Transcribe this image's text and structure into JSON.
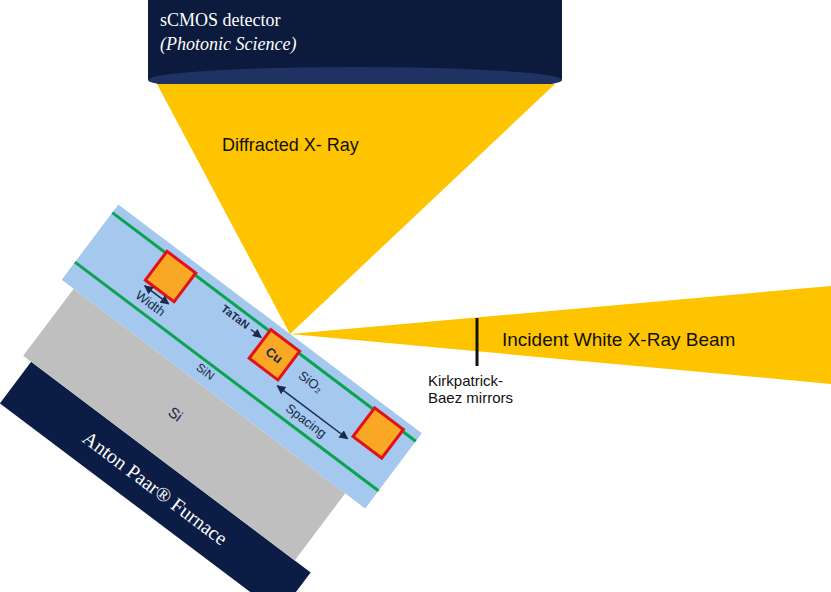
{
  "diagram": {
    "nodes": [
      {
        "text": [
          "sCMOS detector",
          "(Photonic Science)"
        ]
      },
      {
        "text": [
          "Diffracted X- Ray"
        ]
      },
      {
        "text": [
          "Incident White X-Ray Beam"
        ]
      },
      {
        "text": [
          "SiO₂"
        ]
      },
      {
        "text": [
          "Cu"
        ],
        "in": 3
      },
      {
        "text": [
          "Si"
        ]
      },
      {
        "text": [
          "Anton Paar® Furnace"
        ]
      }
    ],
    "labels": [
      "TaTaN",
      "Width",
      "Spacing",
      "SiN",
      "Kirkpatrick- Baez mirrors"
    ]
  }
}
